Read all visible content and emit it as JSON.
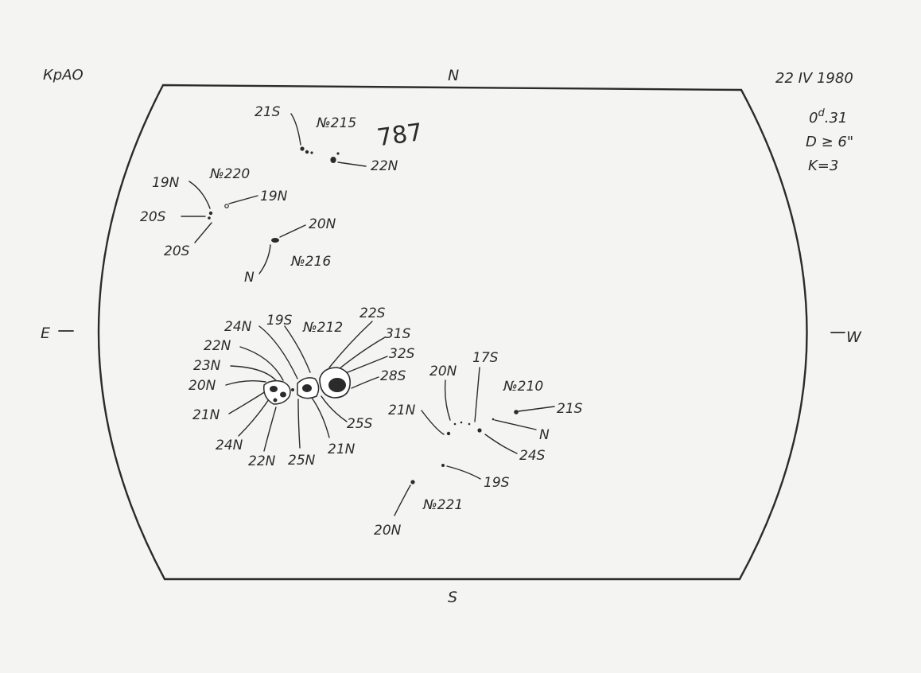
{
  "header": {
    "observatory": "КрАО",
    "date": "22 IV 1980",
    "time_main": "0",
    "time_sup": "d",
    "time_frac": ".31",
    "diameter": "D ≥ 6\"",
    "k_value": "K=3"
  },
  "directions": {
    "north": "N",
    "south": "S",
    "east": "E",
    "west": "W"
  },
  "pencil_note": "787",
  "regions": {
    "r215": "№215",
    "r220": "№220",
    "r216": "№216",
    "r212": "№212",
    "r210": "№210",
    "r221": "№221"
  },
  "labels": {
    "l215a": "21S",
    "l215b": "22N",
    "l220a": "19N",
    "l220b": "19N",
    "l220c": "20S",
    "l220d": "20S",
    "l216a": "20N",
    "l216b": "N",
    "l212_24N": "24N",
    "l212_19S": "19S",
    "l212_22S": "22S",
    "l212_22N": "22N",
    "l212_31S": "31S",
    "l212_23N": "23N",
    "l212_32S": "32S",
    "l212_20N": "20N",
    "l212_28S": "28S",
    "l212_21Na": "21N",
    "l212_25S": "25S",
    "l212_24Nb": "24N",
    "l212_22Nb": "22N",
    "l212_25N": "25N",
    "l212_21Nb": "21N",
    "l210_20N": "20N",
    "l210_17S": "17S",
    "l210_21S": "21S",
    "l210_21N": "21N",
    "l210_N": "N",
    "l210_24S": "24S",
    "l221_19S": "19S",
    "l221_20N": "20N"
  }
}
